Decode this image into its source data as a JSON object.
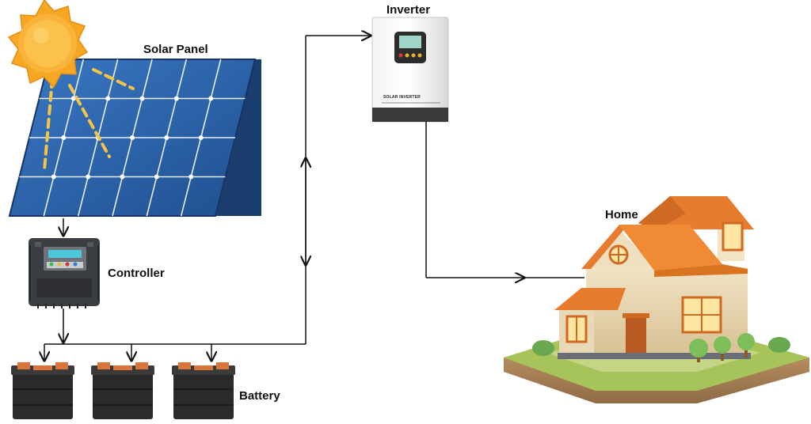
{
  "labels": {
    "solar_panel": "Solar Panel",
    "inverter": "Inverter",
    "controller": "Controller",
    "battery": "Battery",
    "home": "Home"
  },
  "inverter_device_text": "SOLAR INVERTER",
  "colors": {
    "sun": "#f7a823",
    "panel": "#2b5ea3",
    "panel_frame": "#1d3f73",
    "controller": "#3a3d42",
    "battery": "#2a2a2a",
    "battery_top": "#d9743b",
    "roof": "#e77c2f",
    "wall": "#e9d8b6",
    "wire": "#111111"
  },
  "icons": [
    "sun-icon",
    "solar-panel-icon",
    "charge-controller-icon",
    "battery-icon",
    "inverter-icon",
    "house-icon"
  ]
}
